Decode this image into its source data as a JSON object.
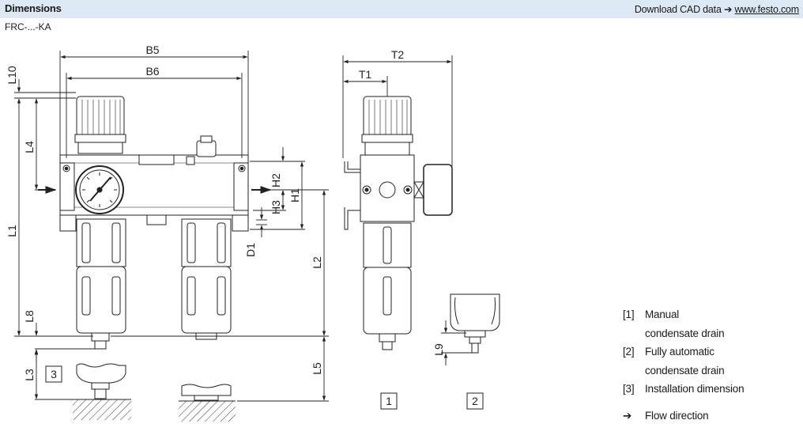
{
  "header": {
    "title": "Dimensions",
    "cad_prefix": "Download CAD data",
    "cad_arrow": "➔",
    "cad_link": "www.festo.com"
  },
  "subtitle": "FRC-...-KA",
  "dimensions": {
    "B5": "B5",
    "B6": "B6",
    "T1": "T1",
    "T2": "T2",
    "L1": "L1",
    "L2": "L2",
    "L3": "L3",
    "L4": "L4",
    "L5": "L5",
    "L8": "L8",
    "L9": "L9",
    "L10": "L10",
    "H1": "H1",
    "H2": "H2",
    "H3": "H3",
    "D1": "D1"
  },
  "markers": {
    "m1": "1",
    "m2": "2",
    "m3": "3"
  },
  "legend": {
    "items": [
      {
        "num": "[1]",
        "line1": "Manual",
        "line2": "condensate drain"
      },
      {
        "num": "[2]",
        "line1": "Fully automatic",
        "line2": "condensate drain"
      },
      {
        "num": "[3]",
        "line1": "Installation dimension",
        "line2": ""
      }
    ],
    "flow_arrow": "➔",
    "flow_text": "Flow direction"
  }
}
